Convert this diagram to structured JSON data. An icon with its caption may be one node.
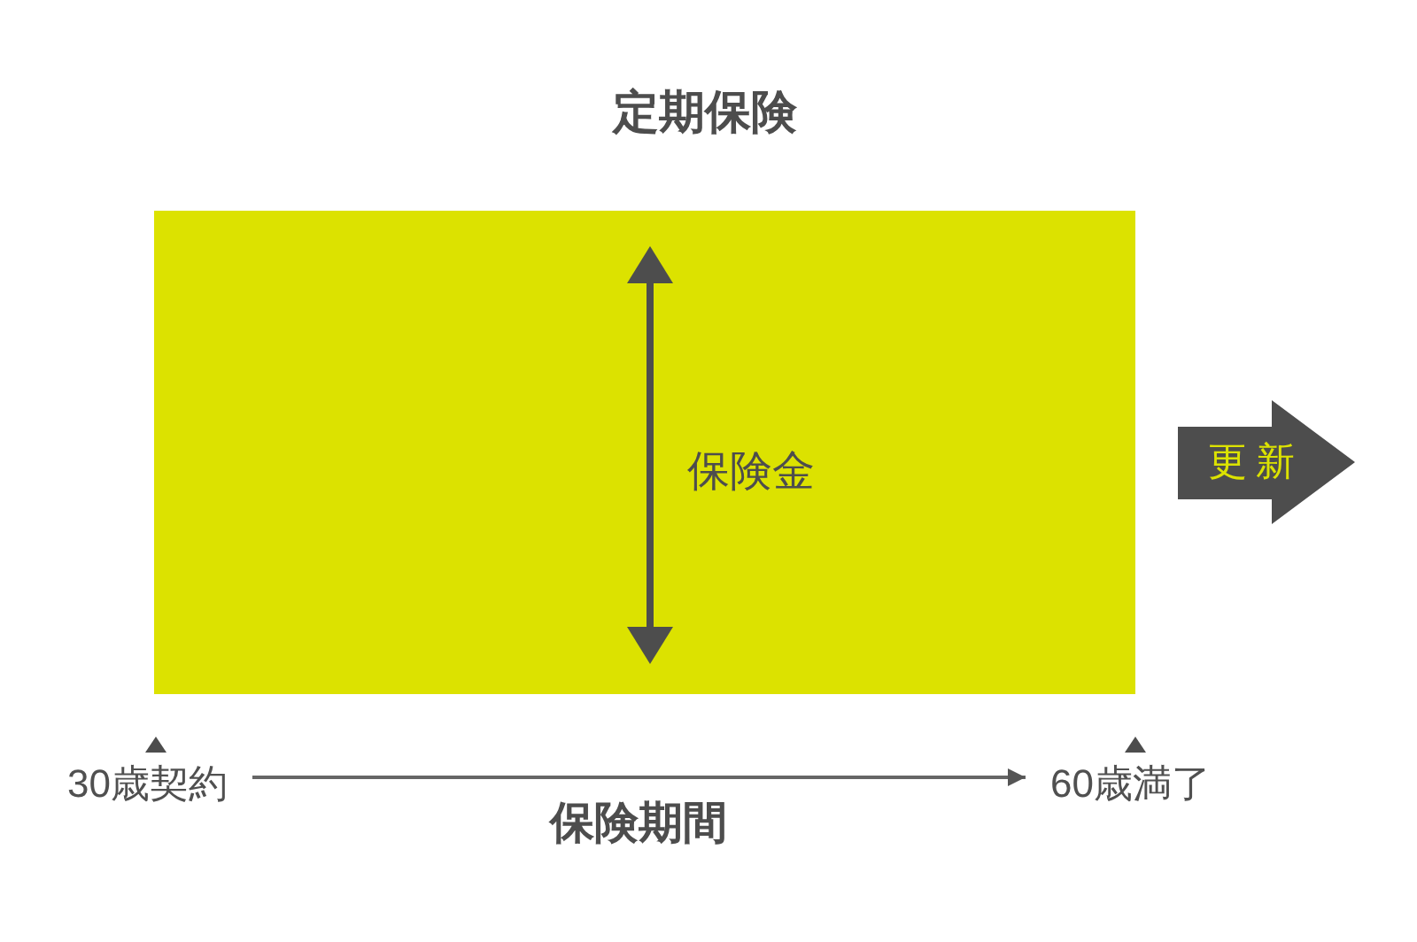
{
  "diagram": {
    "title": "定期保険",
    "nodes": [
      {
        "text": [
          "保険金"
        ]
      },
      {
        "text": [
          "更新"
        ]
      },
      {
        "text": [
          "30歳契約"
        ]
      },
      {
        "text": [
          "60歳満了"
        ]
      }
    ],
    "edges": [
      {
        "from": 2,
        "to": 3,
        "arrow": "to",
        "label": "保険期間"
      }
    ]
  }
}
